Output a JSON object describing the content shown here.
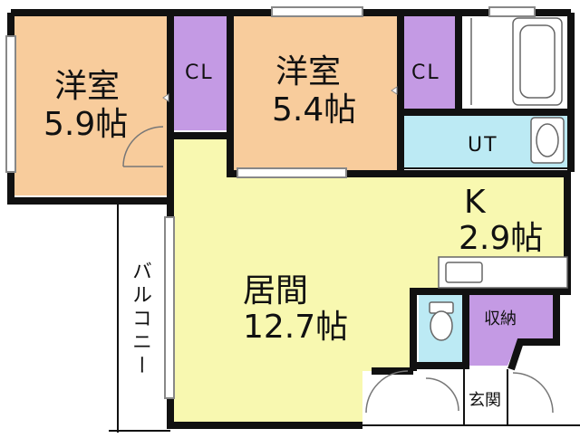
{
  "rooms": {
    "western_room_1": {
      "name": "洋室",
      "size": "5.9帖"
    },
    "western_room_2": {
      "name": "洋室",
      "size": "5.4帖"
    },
    "closet_1": {
      "label": "CL"
    },
    "closet_2": {
      "label": "CL"
    },
    "utility": {
      "label": "UT"
    },
    "kitchen": {
      "name": "K",
      "size": "2.9帖"
    },
    "living": {
      "name": "居間",
      "size": "12.7帖"
    },
    "storage": {
      "label": "収納"
    },
    "entrance": {
      "label": "玄関"
    },
    "balcony": {
      "label": "バルコニー"
    }
  },
  "watermark": "　",
  "colors": {
    "western_room": "#f8cc9c",
    "closet": "#c49ae4",
    "living": "#f8f8b0",
    "wet_area": "#bceaf4",
    "wall": "#111111"
  }
}
